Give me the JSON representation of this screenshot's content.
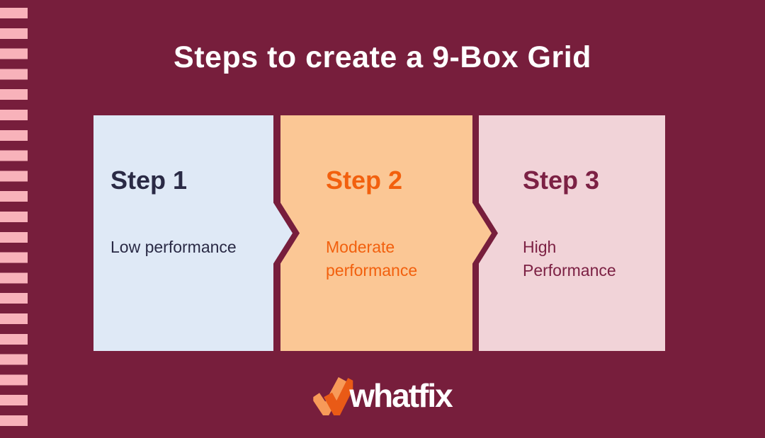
{
  "page": {
    "title": "Steps to create a 9-Box Grid"
  },
  "colors": {
    "background": "#771e3c",
    "stripe": "#f8b2ba",
    "title_text": "#ffffff"
  },
  "steps": [
    {
      "label": "Step 1",
      "description": "Low performance",
      "bg": "#dfe9f6",
      "text_color": "#2a2a45"
    },
    {
      "label": "Step 2",
      "description": "Moderate performance",
      "bg": "#fbc795",
      "text_color": "#f2600e"
    },
    {
      "label": "Step 3",
      "description": "High Performance",
      "bg": "#f1d3d8",
      "text_color": "#7c2144"
    }
  ],
  "logo": {
    "brand_text": "whatfix",
    "mark_color_light": "#f79a59",
    "mark_color_dark": "#e95a16",
    "text_color": "#ffffff"
  }
}
